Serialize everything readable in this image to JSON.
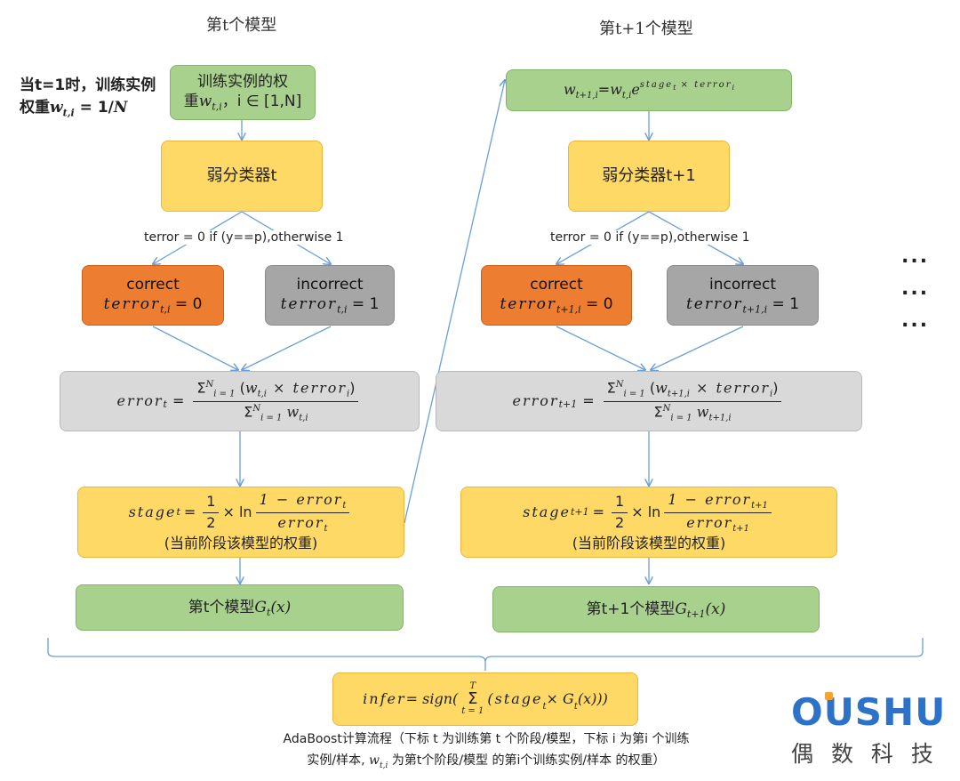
{
  "headers": {
    "left": "第t个模型",
    "right": "第t+1个模型"
  },
  "init_note": {
    "line1": "当t=1时，训练实例",
    "line2_prefix": "权重",
    "w": "w",
    "w_sub": "t,i",
    "eq": " = 1/",
    "N": "N"
  },
  "left": {
    "top_box": {
      "line1": "训练实例的权",
      "line2_prefix": "重",
      "w": "w",
      "w_sub": "t,i",
      "suffix": "，i ∈ [1,N]"
    },
    "classifier": "弱分类器t",
    "condition": "terror = 0 if (y==p),otherwise 1",
    "correct": {
      "title": "correct",
      "var": "terror",
      "sub": "t,i",
      "eq": " = 0"
    },
    "incorrect": {
      "title": "incorrect",
      "var": "terror",
      "sub": "t,i",
      "eq": " = 1"
    },
    "error": {
      "lhs": "error",
      "lhs_sub": "t",
      "num": "Σ(w_t,i × terror_i)",
      "den": "Σ w_t,i",
      "sum_top": "N",
      "sum_bot": "i = 1",
      "num_w": "w",
      "num_w_sub": "t,i",
      "num_rest": " × terror",
      "num_rest_sub": "i",
      "den_w": "w",
      "den_w_sub": "t,i"
    },
    "stage": {
      "lhs": "stage",
      "lhs_sub": "t",
      "half_num": "1",
      "half_den": "2",
      "ln": " × ln ",
      "frac_num": "1 − error",
      "frac_num_sub": "t",
      "frac_den": "error",
      "frac_den_sub": "t",
      "note": "(当前阶段该模型的权重)"
    },
    "model": {
      "prefix": "第t个模型",
      "G": "G",
      "G_sub": "t",
      "arg": "(x)"
    }
  },
  "right": {
    "top_box": {
      "lhs": "w",
      "lhs_sub": "t+1,i",
      "eq": " = ",
      "w": "w",
      "w_sub": "t,i",
      "e": " e",
      "exp": "stage",
      "exp_sub": "t",
      "exp_rest": " × terror",
      "exp_rest_sub": "i"
    },
    "classifier": "弱分类器t+1",
    "condition": "terror = 0 if (y==p),otherwise 1",
    "correct": {
      "title": "correct",
      "var": "terror",
      "sub": "t+1,i",
      "eq": " = 0"
    },
    "incorrect": {
      "title": "incorrect",
      "var": "terror",
      "sub": "t+1,i",
      "eq": " = 1"
    },
    "error": {
      "lhs": "error",
      "lhs_sub": "t+1",
      "sum_top": "N",
      "sum_bot": "i = 1",
      "num_w": "w",
      "num_w_sub": "t+1,i",
      "num_rest": " × terror",
      "num_rest_sub": "i",
      "den_w": "w",
      "den_w_sub": "t+1,i"
    },
    "stage": {
      "lhs": "stage",
      "lhs_sub": "t+1",
      "half_num": "1",
      "half_den": "2",
      "ln": " × ln ",
      "frac_num": "1 − error",
      "frac_num_sub": "t+1",
      "frac_den": "error",
      "frac_den_sub": "t+1",
      "note": "(当前阶段该模型的权重)"
    },
    "model": {
      "prefix": "第t+1个模型",
      "G": "G",
      "G_sub": "t+1",
      "arg": "(x)"
    }
  },
  "ellipsis": [
    "...",
    "...",
    "..."
  ],
  "infer": {
    "lhs": "infer",
    "eq": " = sign(",
    "sum_top": "T",
    "sum_bot": "t = 1",
    "body": "(stage",
    "body_sub": "t",
    "mid": " × G",
    "mid_sub": "t",
    "tail": "(x)))"
  },
  "caption": {
    "line1": "AdaBoost计算流程（下标 t 为训练第 t 个阶段/模型，下标 i 为第i 个训练",
    "line2_prefix": "实例/样本, ",
    "w": "w",
    "w_sub": "t,i",
    "line2_suffix": " 为第t个阶段/模型 的第i个训练实例/样本 的权重）"
  },
  "logo": {
    "brand": "OUSHU",
    "sub": "偶 数 科 技",
    "brand_color": "#2b72c8",
    "dot_color": "#f2a533"
  },
  "colors": {
    "arrow": "#6b9fd4",
    "green": "#a9d18e",
    "yellow": "#ffd966",
    "orange": "#ed7d31",
    "gray": "#a6a6a6",
    "light_gray": "#d9d9d9"
  }
}
